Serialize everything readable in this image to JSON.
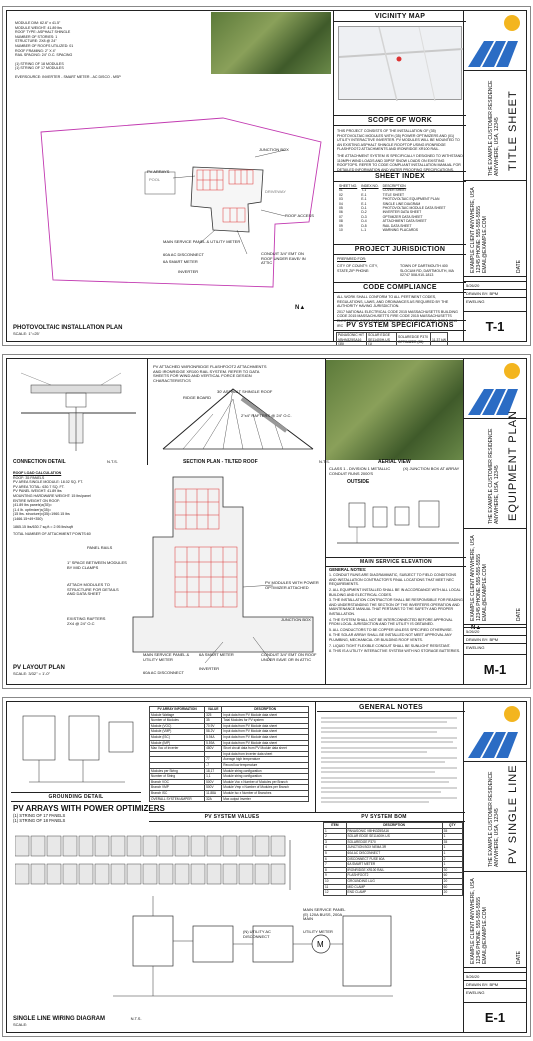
{
  "brand": {
    "accent": "#2b6cc4",
    "sun": "#f3b51f"
  },
  "title_block": {
    "company": "THE EXAMPLE CUSTOMER RESIDENCE",
    "address_1": "ANYWHERE, USA, 12345",
    "client_lines": "EXAMPLE CLIENT ANYWHERE, USA 12345 PHONE: 555-555-5555 EMAIL@EXAMPLE.COM",
    "date": "5/26/20",
    "drawn_by_label": "DRAWN BY:",
    "drawn_by": "BPM",
    "rev": "EWELING",
    "date_label": "DATE"
  },
  "sheet1": {
    "info_lines": [
      "MODULE DIM: 62.6\" x 41.5\"",
      "MODULE WEIGHT: 41.89 lbs",
      "ROOF TYPE: ASPHALT SHINGLE",
      "NUMBER OF STORIES: 1",
      "STRUCTURE: 2X8 @ 24\"",
      "NUMBER OF ROOFS UTILIZED: 01",
      "ROOF FRAMING: 2\" X 4\"",
      "RAIL SPACING: 24\" O.C. SPACING",
      "",
      "(1) STRING OF 18 MODULES",
      "(1) STRING OF 17 MODULES",
      "",
      "EVERSOURCE: INVERTER - SMART METER - AC DISCO - MSP"
    ],
    "labels": {
      "pv_arrays": "PV ARRAYS",
      "junction_box": "JUNCTION BOX",
      "roof_access": "ROOF ACCESS",
      "main_service": "MAIN SERVICE PANEL & UTILITY METER",
      "ac_disco": "60A AC DISCONNECT",
      "smart_meter": "6A SMART METER",
      "inverter": "INVERTER",
      "conduit": "CONDUIT 3/4\" EMT ON ROOF UNDER EAVE/ IN ATTIC",
      "pool": "POOL",
      "driveway": "DRIVEWAY"
    },
    "caption": "PHOTOVOLTAIC INSTALLATION PLAN",
    "scale": "SCALE: 1\"=25'",
    "vicinity_title": "VICINITY MAP",
    "scope_title": "SCOPE OF WORK",
    "scope_text": "THIS PROJECT CONSISTS OF THE INSTALLATION OF (35) PHOTOVOLTAIC MODULES WITH (35) POWER OPTIMIZERS AND (01) UTILITY INTERACTIVE INVERTER. PV MODULES WILL BE MOUNTED TO AN EXISTING ASPHALT SHINGLE ROOFTOP USING IRONRIDGE FLASHFOOT2 ATTACHMENTS AND IRONRIDGE XR100 RAIL.",
    "scope_text_2": "THE ATTACHMENT SYSTEM IS SPECIFICALLY DESIGNED TO WITHSTAND 110MPH WIND LOADS AND 30PSF SNOW LOADS ON EXISTING ROOFTOPS. REFER TO CODE COMPLIANT INSTALLATION MANUAL FOR DETAILED INFORMATION AND WATER PROOFING SPECIFICATIONS.",
    "index_title": "SHEET INDEX",
    "index_headers": [
      "SHEET NO.",
      "INDEX NO.",
      "DESCRIPTION"
    ],
    "index_rows": [
      [
        "01",
        "T-1",
        "COVER SHEET"
      ],
      [
        "02",
        "E-1",
        "TITLE SHEET"
      ],
      [
        "03",
        "E-1",
        "PHOTOVOLTAIC EQUIPMENT PLAN"
      ],
      [
        "04",
        "E-1",
        "SINGLE LINE DIAGRAM"
      ],
      [
        "05",
        "D-1",
        "PHOTOVOLTAIC MODULE DATA SHEET"
      ],
      [
        "06",
        "D-2",
        "INVERTER DATA SHEET"
      ],
      [
        "07",
        "D-3",
        "OPTIMIZER DATA SHEET"
      ],
      [
        "08",
        "D-4",
        "ATTACHMENT DATA SHEET"
      ],
      [
        "09",
        "D-5",
        "RAIL DATA SHEET"
      ],
      [
        "10",
        "L-1",
        "WARNING PLACARDS"
      ]
    ],
    "jurisdiction_title": "PROJECT JURISDICTION",
    "jurisdiction_prepared": "PREPARED FOR:",
    "jurisdiction_left": "CITY OF COUNTY: CITY, STATE,ZIP PHONE:",
    "jurisdiction_right": "TOWN OF DARTMOUTH 400 SLOCUM RD, DARTMOUTH, MA 02747 508-910-1813",
    "code_title": "CODE COMPLIANCE",
    "code_text": "ALL WORK SHALL CONFORM TO ALL PERTINENT CODES, REGULATIONS, LAWS, AND ORDINANCES AS REQUIRED BY THE AUTHORITY HAVING JURISDICTION.",
    "code_list": "2017 NATIONAL ELECTRICAL CODE  2015 MASSACHUSETTS BUILDING CODE  2015 MASSACHUSETTS FIRE CODE  2015 MASSACHUSETTS ELECTRICAL CODE  2015 MASSACHUSETTS RESIDENTIAL CODE  2015 IRC",
    "spec_title": "PV SYSTEM SPECIFICATIONS",
    "spec_row": [
      "PANASONIC HIT VBHN325SA16 (35)",
      "SOLAR EDGE SE11400H-US (1)",
      "SOLAREDGE P370 OPTIMIZER (35)",
      "11.37 kW"
    ],
    "sheet_num": "T-1",
    "vtitle": "TITLE SHEET"
  },
  "sheet2": {
    "connection_caption": "CONNECTION DETAIL",
    "connection_scale": "N.T.S.",
    "section_caption": "SECTION PLAN - TILTED ROOF",
    "section_scale": "N.T.S.",
    "aerial_caption": "AERIAL VIEW",
    "aerial_note": "CLASS 1 - DIVISION 1 METALLIC CONDUIT RUNS 2000'S",
    "jb_note": "(X) JUNCTION BOX AT ARRAY",
    "outside": "OUTSIDE",
    "main_service_elev": "MAIN SERVICE ELEVATION",
    "load_calc_title": "ROOF LOAD CALCULATION",
    "load_calc": [
      "ROOF: 35 PANELS",
      "PV AREA SINGLE MODULE: 18.02 SQ. FT.",
      "PV AREA TOTAL: 630.7 SQ. FT.",
      "PV PANEL WEIGHT: 41.89 lbs",
      "MOUNTING HARDWARE WEIGHT: 15 lbs/panel",
      "ENTIRE WEIGHT ON ROOF:",
      "(41.89 lbs panels)x(35)=",
      "(1.4 lb. optimizer)x(35)=",
      "(15 lbs. structure)x(35)=1960.15 lbs",
      "(1466.15+49+350)",
      "1865.15 lbs/630.7 sq.ft.= 2.95 lbs/sqft",
      "TOTAL NUMBER OF ATTACHMENT POINTS:60"
    ],
    "labels": {
      "panel_rails": "PANEL RAILS",
      "spacing": "1\" SPACE BETWEEN MODULES BY MID CLAMPS",
      "attach": "ATTACH MODULES TO STRUCTURE FOR DETAILS AND DATA SHEET",
      "rafters": "EXISTING RAFTERS 2X4 @ 24\" O.C",
      "optimizers": "PV MODULES WITH POWER OPTIMIZER ATTACHED",
      "junction": "JUNCTION BOX",
      "main_panel": "MAIN SERVICE PANEL & UTILITY METER",
      "sm": "6A SMART METER",
      "disco": "60A AC DISCONNECT",
      "inverter": "INVERTER",
      "conduit": "CONDUIT 3/4\" EMT ON ROOF UNDER EAVE OR IN ATTIC",
      "ridge": "RIDGE BOARD",
      "shingle": "30' ASPHALT SHINGLE ROOF",
      "rafter_2x4": "2\"x4\" RAFTERS @ 24\" O.C.",
      "pv_attach": "PV ATTACHED W/IRONRIDGE FLASHFOOT2 ATTACHMENTS AND IRONRIDGE XR100 RAIL SYSTEM. REFER TO DATA SHEETS FOR WIND AND VERTICAL FORCE DESIGN CHARACTERISTICS"
    },
    "layout_caption": "PV LAYOUT PLAN",
    "layout_scale": "SCALE: 3/32\" = 1'-0\"",
    "general_notes_title": "GENERAL NOTES:",
    "general_notes": [
      "1. CONDUIT RUNS ARE DIAGRAMMATIC, SUBJECT TO FIELD CONDITIONS AND INSTALLATION CONTRACTOR'S FINAL LOCATIONS THAT MEET NEC REQUIREMENTS.",
      "2. ALL EQUIPMENT INSTALLED SHALL BE IN ACCORDANCE WITH ALL LOCAL BUILDING AND ELECTRICAL CODES.",
      "3. THE INSTALLATION CONTRACTOR SHALL BE RESPONSIBLE FOR READING AND UNDERSTANDING THE SECTION OF THE INVERTERS OPERATION AND MAINTENANCE MANUAL THAT PERTAINS TO THE SAFETY AND PROPER INSTALLATION.",
      "4. THE SYSTEM SHALL NOT BE INTERCONNECTED BEFORE APPROVAL FROM LOCAL JURISDICTION AND THE UTILITY IS OBTAINED.",
      "5. ALL CONDUCTORS TO BE COPPER UNLESS SPECIFIED OTHERWISE.",
      "6. THE SOLAR ARRAY SHALL BE INSTALLED NOT MEET APPROVAL ANY PLUMBING, MECHANICAL OR BUILDING ROOF VENTS.",
      "7. LIQUID TIGHT FLEXIBLE CONDUIT SHALL BE SUNLIGHT RESISTANT.",
      "8. THIS IS A UTILITY INTERACTIVE SYSTEM WITH NO STORAGE BATTERIES."
    ],
    "sheet_num": "M-1",
    "vtitle": "EQUIPMENT PLAN"
  },
  "sheet3": {
    "array_info_headers": [
      "PV ARRAY INFORMATION",
      "VALUE",
      "DESCRIPTION"
    ],
    "array_info_rows": [
      [
        "Module Wattage",
        "325",
        "Input data from PV Module data sheet"
      ],
      [
        "Number of Modules",
        "35",
        "Total Modules for PV system"
      ],
      [
        "Module (VOC)",
        "70.9V",
        "Input data from PV Module data sheet"
      ],
      [
        "Module (VMP)",
        "58.2V",
        "Input data from PV Module data sheet"
      ],
      [
        "Module (ISC)",
        "5.94A",
        "Input data from PV Module data sheet"
      ],
      [
        "Module (IMP)",
        "5.59A",
        "Input data from PV Module data sheet"
      ],
      [
        "Max Voc of Inverter",
        "480V",
        "Short circuit data from PV Module data sheet"
      ],
      [
        "",
        "",
        "Input data from Inverter data sheet"
      ],
      [
        "",
        "77",
        "Average high temperature"
      ],
      [
        "",
        "-7",
        "Record low temperature"
      ],
      [
        "Modules per String",
        "18,17",
        "Module string configuration"
      ],
      [
        "Number of String",
        "1,1",
        "Module string configuration"
      ],
      [
        "Branch VOC",
        "500V",
        "Module Voc x Number of Modules per Branch"
      ],
      [
        "Branch VMP",
        "500V",
        "Module Vmp x Number of Modules per Branch"
      ],
      [
        "Branch ISC",
        "11.88A",
        "Module Isc x Number of Branches"
      ],
      [
        "OVERALL SYSTEM AMPER",
        "32A",
        "Max output Inverter"
      ]
    ],
    "general_notes_title": "GENERAL NOTES",
    "grounding_title": "GROUNDING DETAIL",
    "pv_values_title": "PV SYSTEM VALUES",
    "arrays_title": "PV ARRAYS WITH POWER OPTIMIZERS",
    "strings": [
      "(1) STRING OF 17 PANELS",
      "(1) STRING OF 18 PANELS"
    ],
    "bom_title": "PV SYSTEM BOM",
    "bom_headers": [
      "ITEM",
      "DESCRIPTION",
      "QTY"
    ],
    "bom_rows": [
      [
        "1",
        "PANASONIC VBHN325SA16",
        "35"
      ],
      [
        "2",
        "SOLAR EDGE SE11400H-US",
        "1"
      ],
      [
        "3",
        "SOLAREDGE P370",
        "35"
      ],
      [
        "4",
        "JUNCTION BOX NEMA 3R",
        "1"
      ],
      [
        "5",
        "60A AC DISCONNECT",
        "1"
      ],
      [
        "6",
        "DISCONNECT FUSE 60A",
        "2"
      ],
      [
        "7",
        "6A SMART METER",
        "1"
      ],
      [
        "8",
        "IRONRIDGE XR100 RAIL",
        "30"
      ],
      [
        "9",
        "FLASHFOOT2",
        "60"
      ],
      [
        "10",
        "GROUNDING LUG",
        "20"
      ],
      [
        "11",
        "MID CLAMP",
        "60"
      ],
      [
        "12",
        "END CLAMP",
        "20"
      ]
    ],
    "main_service": "MAIN SERVICE PANEL (E) 120A BUSS, 200A MAIN",
    "utility_meter": "UTILITY METER",
    "ac_disco": "(N) UTILITY AC DISCONNECT",
    "caption": "SINGLE LINE WIRING DIAGRAM",
    "scale": "SCALE:",
    "scale_right": "N.T.S.",
    "sheet_num": "E-1",
    "vtitle": "PV SINGLE LINE"
  }
}
